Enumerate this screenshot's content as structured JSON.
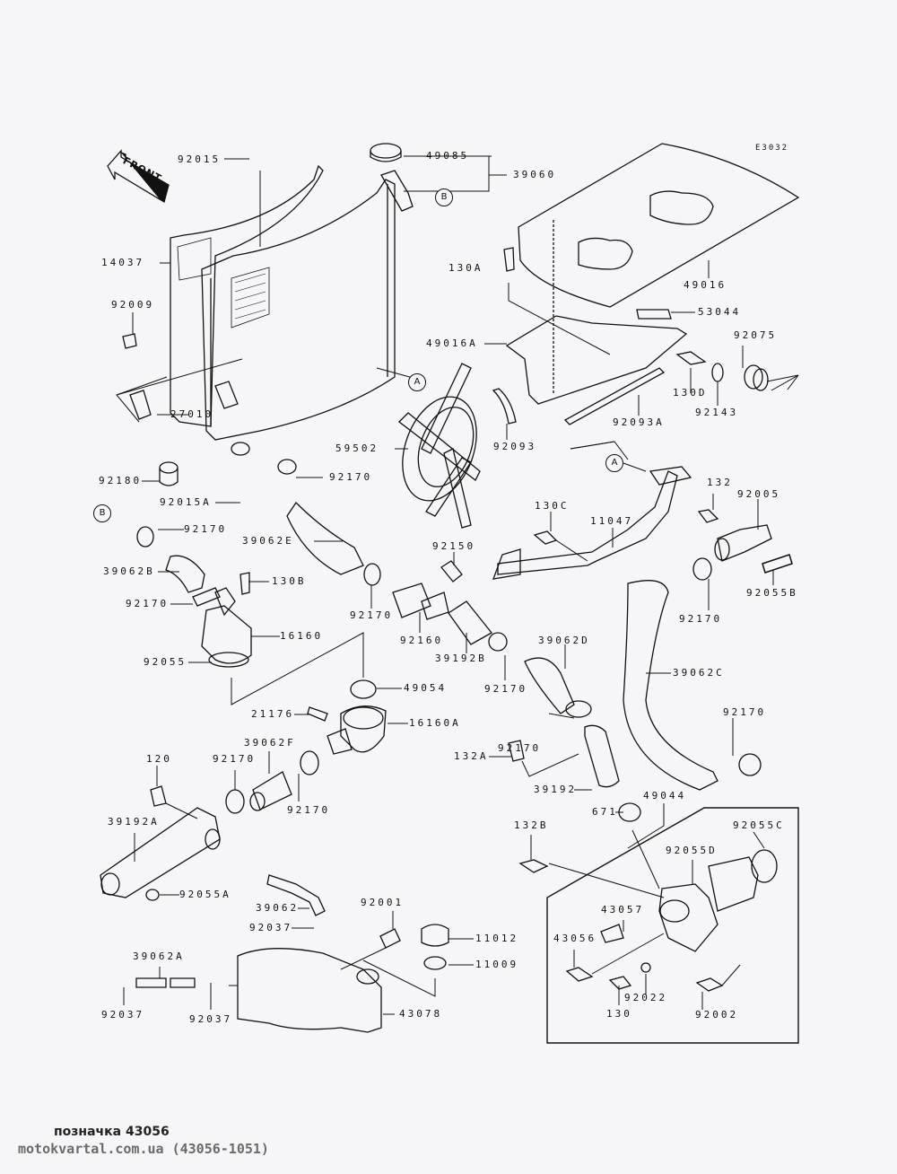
{
  "diagram": {
    "code": "E3032",
    "direction_label": "FRONT",
    "reference_markers": {
      "a": "A",
      "b": "B"
    },
    "labels": {
      "p92015": "92015",
      "p49085": "49085",
      "p39060": "39060",
      "p14037": "14037",
      "p130A": "130A",
      "p49016": "49016",
      "p92009": "92009",
      "p53044": "53044",
      "p49016A": "49016A",
      "p92075": "92075",
      "p130D": "130D",
      "p92143": "92143",
      "p92093A": "92093A",
      "p27010": "27010",
      "p92093": "92093",
      "p59502": "59502",
      "p82180": "92180",
      "p92015A": "92015A",
      "p92170_a": "92170",
      "p132": "132",
      "p82005": "92005",
      "p130C": "130C",
      "p11047": "11047",
      "p92170_b": "92170",
      "p39062E": "39062E",
      "p92150": "92150",
      "p92055B": "92055B",
      "p39062B": "39062B",
      "p130B": "130B",
      "p92170_c": "92170",
      "p92170_d": "92170",
      "p92170_e": "92170",
      "p16160": "16160",
      "p92160": "92160",
      "p39062D": "39062D",
      "p39192B": "39192B",
      "p92055": "92055",
      "p39062C": "39062C",
      "p49054": "49054",
      "p92170_f": "92170",
      "p21176": "21176",
      "p16160A": "16160A",
      "p92170_g": "92170",
      "p92170_h": "92170",
      "p39062F": "39062F",
      "p120": "120",
      "p92170_i": "92170",
      "p132A": "132A",
      "p92170_j": "92170",
      "p39192": "39192",
      "p671": "671",
      "p49044": "49044",
      "p39192A": "39192A",
      "p132B": "132B",
      "p92055C": "92055C",
      "p92055D": "92055D",
      "p82055A": "92055A",
      "p39062": "39062",
      "p92001": "92001",
      "p43057": "43057",
      "p92037_a": "92037",
      "p11012": "11012",
      "p43056": "43056",
      "p39062A": "39062A",
      "p11009": "11009",
      "p92037_b": "92037",
      "p92037_c": "92037",
      "p43078": "43078",
      "p130": "130",
      "p92022": "92022",
      "p92002": "92002"
    }
  },
  "footer": {
    "caption": "позначка 43056",
    "watermark": "motokvartal.com.ua (43056-1051)"
  }
}
